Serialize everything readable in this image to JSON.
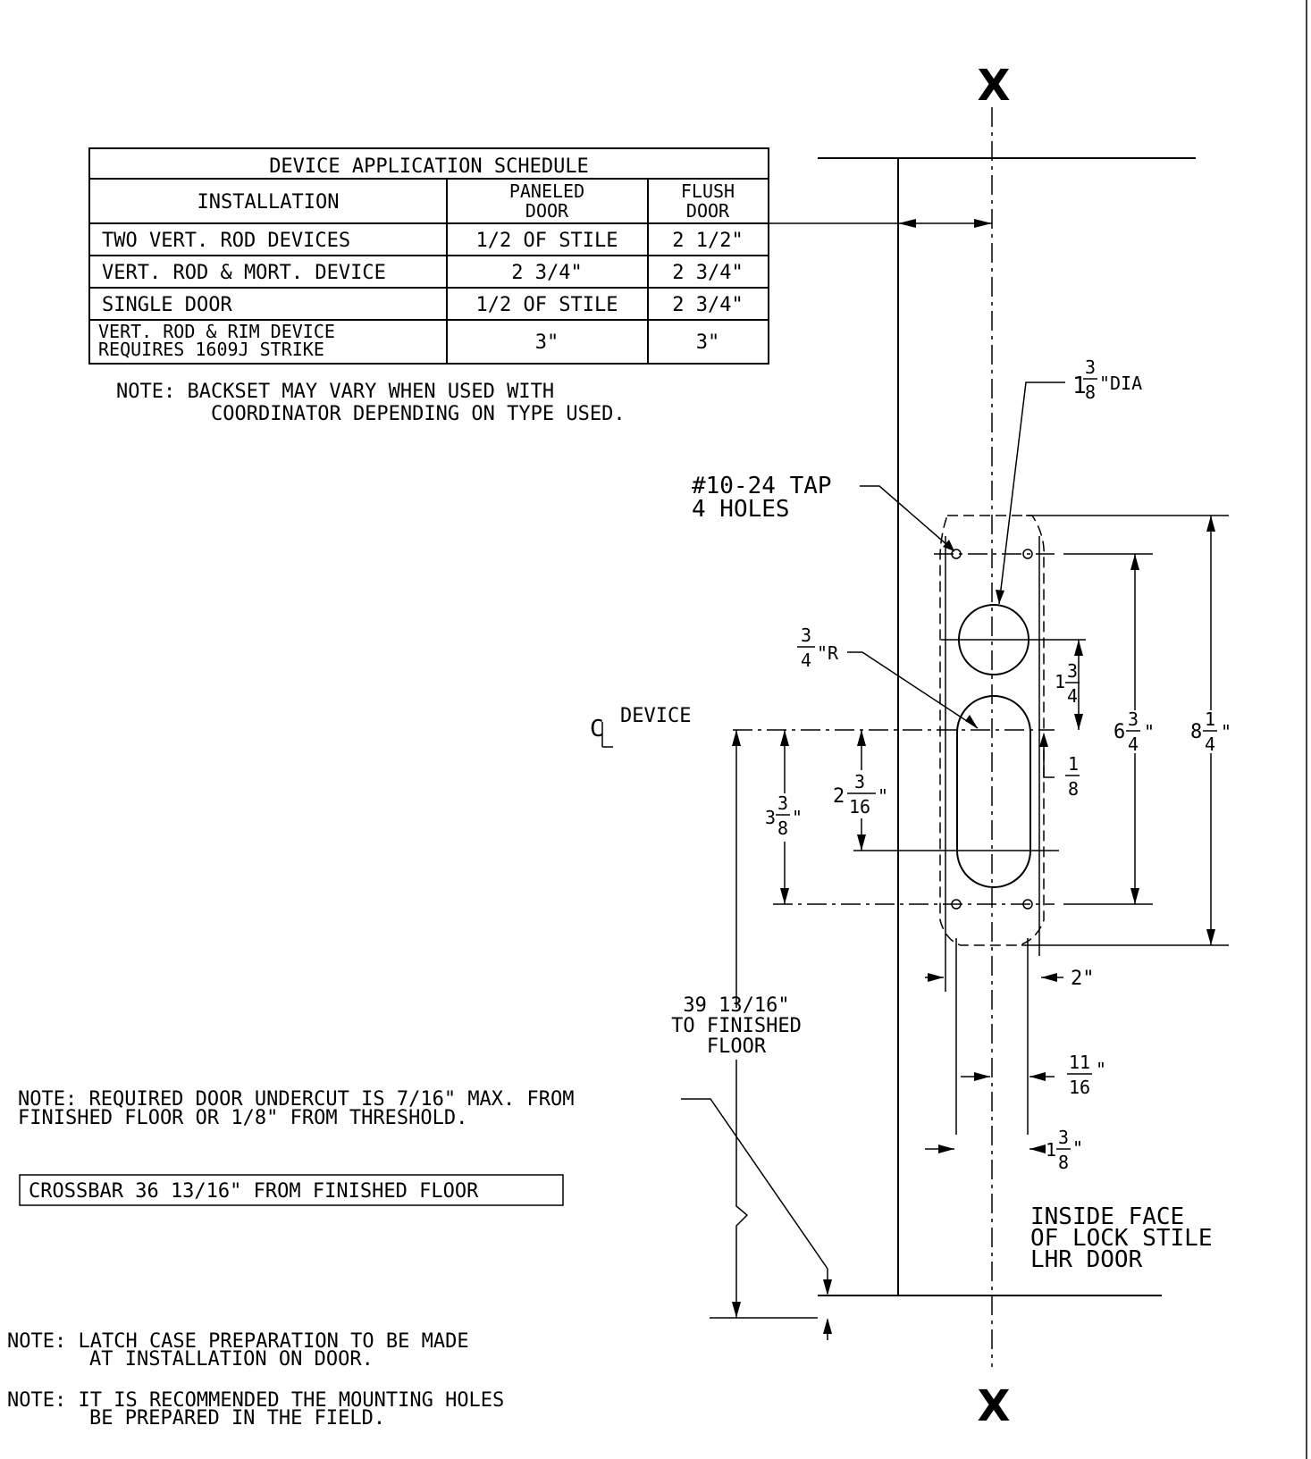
{
  "markers": {
    "top": "X",
    "bottom": "X"
  },
  "schedule": {
    "title": "DEVICE APPLICATION SCHEDULE",
    "headers": [
      "INSTALLATION",
      "PANELED\nDOOR",
      "FLUSH\nDOOR"
    ],
    "rows": [
      [
        "TWO VERT. ROD DEVICES",
        "1/2 OF STILE",
        "2 1/2\""
      ],
      [
        "VERT. ROD & MORT. DEVICE",
        "2 3/4\"",
        "2 3/4\""
      ],
      [
        "SINGLE DOOR",
        "1/2 OF STILE",
        "2 3/4\""
      ],
      [
        "VERT. ROD & RIM DEVICE\nREQUIRES 1609J STRIKE",
        "3\"",
        "3\""
      ]
    ]
  },
  "notes": {
    "backset_1": "NOTE: BACKSET MAY VARY WHEN USED WITH",
    "backset_2": "COORDINATOR DEPENDING ON TYPE USED.",
    "undercut_1": "NOTE: REQUIRED DOOR UNDERCUT IS 7/16\" MAX. FROM",
    "undercut_2": "FINISHED FLOOR OR 1/8\" FROM THRESHOLD.",
    "crossbar": "CROSSBAR 36 13/16\" FROM FINISHED FLOOR",
    "latch_1": "NOTE: LATCH CASE PREPARATION TO BE MADE",
    "latch_2": "AT INSTALLATION ON DOOR.",
    "mount_1": "NOTE: IT IS RECOMMENDED THE MOUNTING HOLES",
    "mount_2": "BE PREPARED IN THE FIELD."
  },
  "callouts": {
    "tap_1": "#10-24 TAP",
    "tap_2": "4 HOLES",
    "dia_whole": "1",
    "dia_num": "3",
    "dia_den": "8",
    "dia_unit": "\"DIA",
    "radius_num": "3",
    "radius_den": "4",
    "radius_unit": "\"R",
    "device": "DEVICE",
    "inside_1": "INSIDE FACE",
    "inside_2": "OF LOCK STILE",
    "inside_3": "LHR DOOR",
    "floor_1": "39 13/16\"",
    "floor_2": "TO FINISHED",
    "floor_3": "FLOOR"
  },
  "dimensions": {
    "d_1_3_4": {
      "whole": "1",
      "num": "3",
      "den": "4"
    },
    "d_6_3_4": {
      "whole": "6",
      "num": "3",
      "den": "4"
    },
    "d_8_1_4": {
      "whole": "8",
      "num": "1",
      "den": "4"
    },
    "d_1_8": {
      "whole": "",
      "num": "1",
      "den": "8"
    },
    "d_2_3_16": {
      "whole": "2",
      "num": "3",
      "den": "16"
    },
    "d_3_3_8": {
      "whole": "3",
      "num": "3",
      "den": "8"
    },
    "d_2": "2\"",
    "d_11_16": {
      "whole": "",
      "num": "11",
      "den": "16"
    },
    "d_1_3_8": {
      "whole": "1",
      "num": "3",
      "den": "8"
    }
  }
}
